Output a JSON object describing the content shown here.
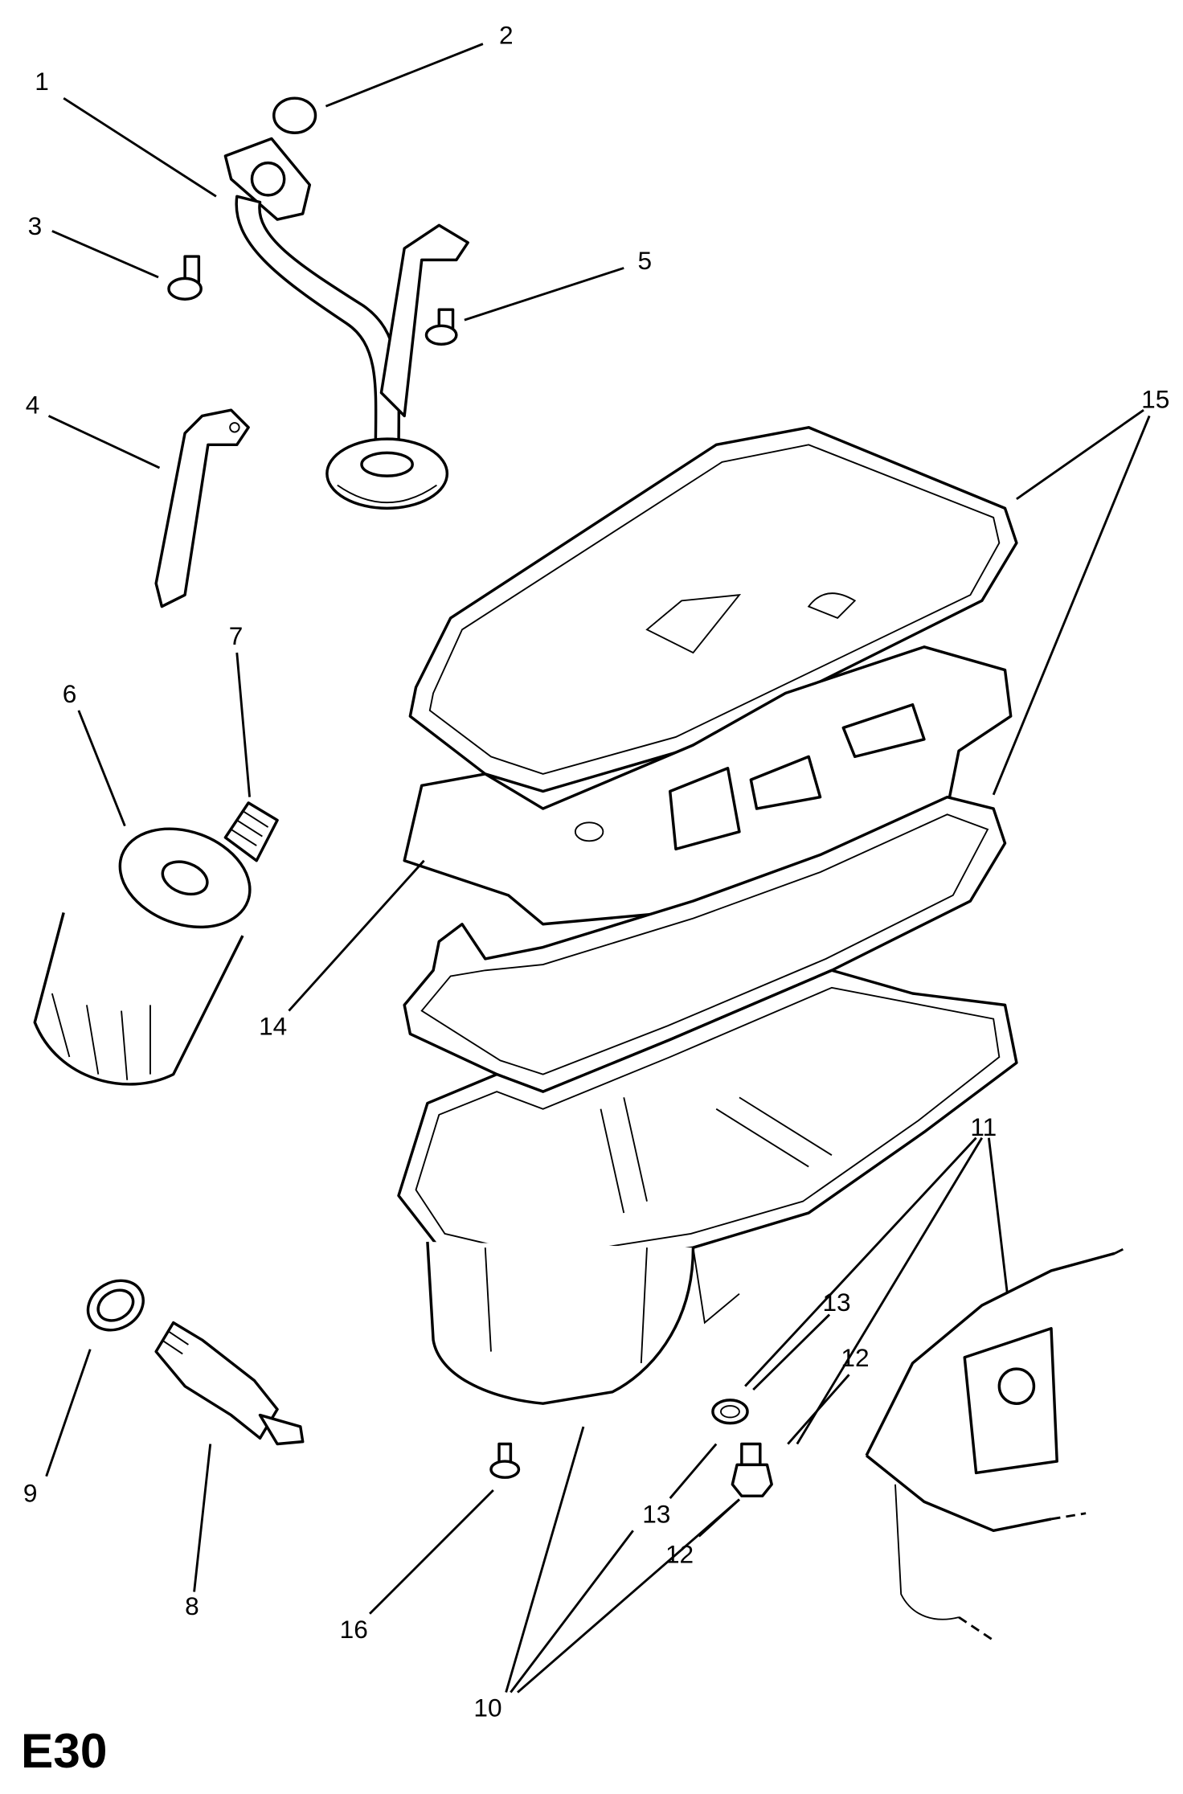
{
  "diagram": {
    "code": "E30",
    "callouts": {
      "c1": "1",
      "c2": "2",
      "c3": "3",
      "c4": "4",
      "c5": "5",
      "c6": "6",
      "c7": "7",
      "c8": "8",
      "c9": "9",
      "c10": "10",
      "c11": "11",
      "c12a": "12",
      "c12b": "12",
      "c13a": "13",
      "c13b": "13",
      "c14": "14",
      "c15": "15",
      "c16": "16"
    }
  }
}
